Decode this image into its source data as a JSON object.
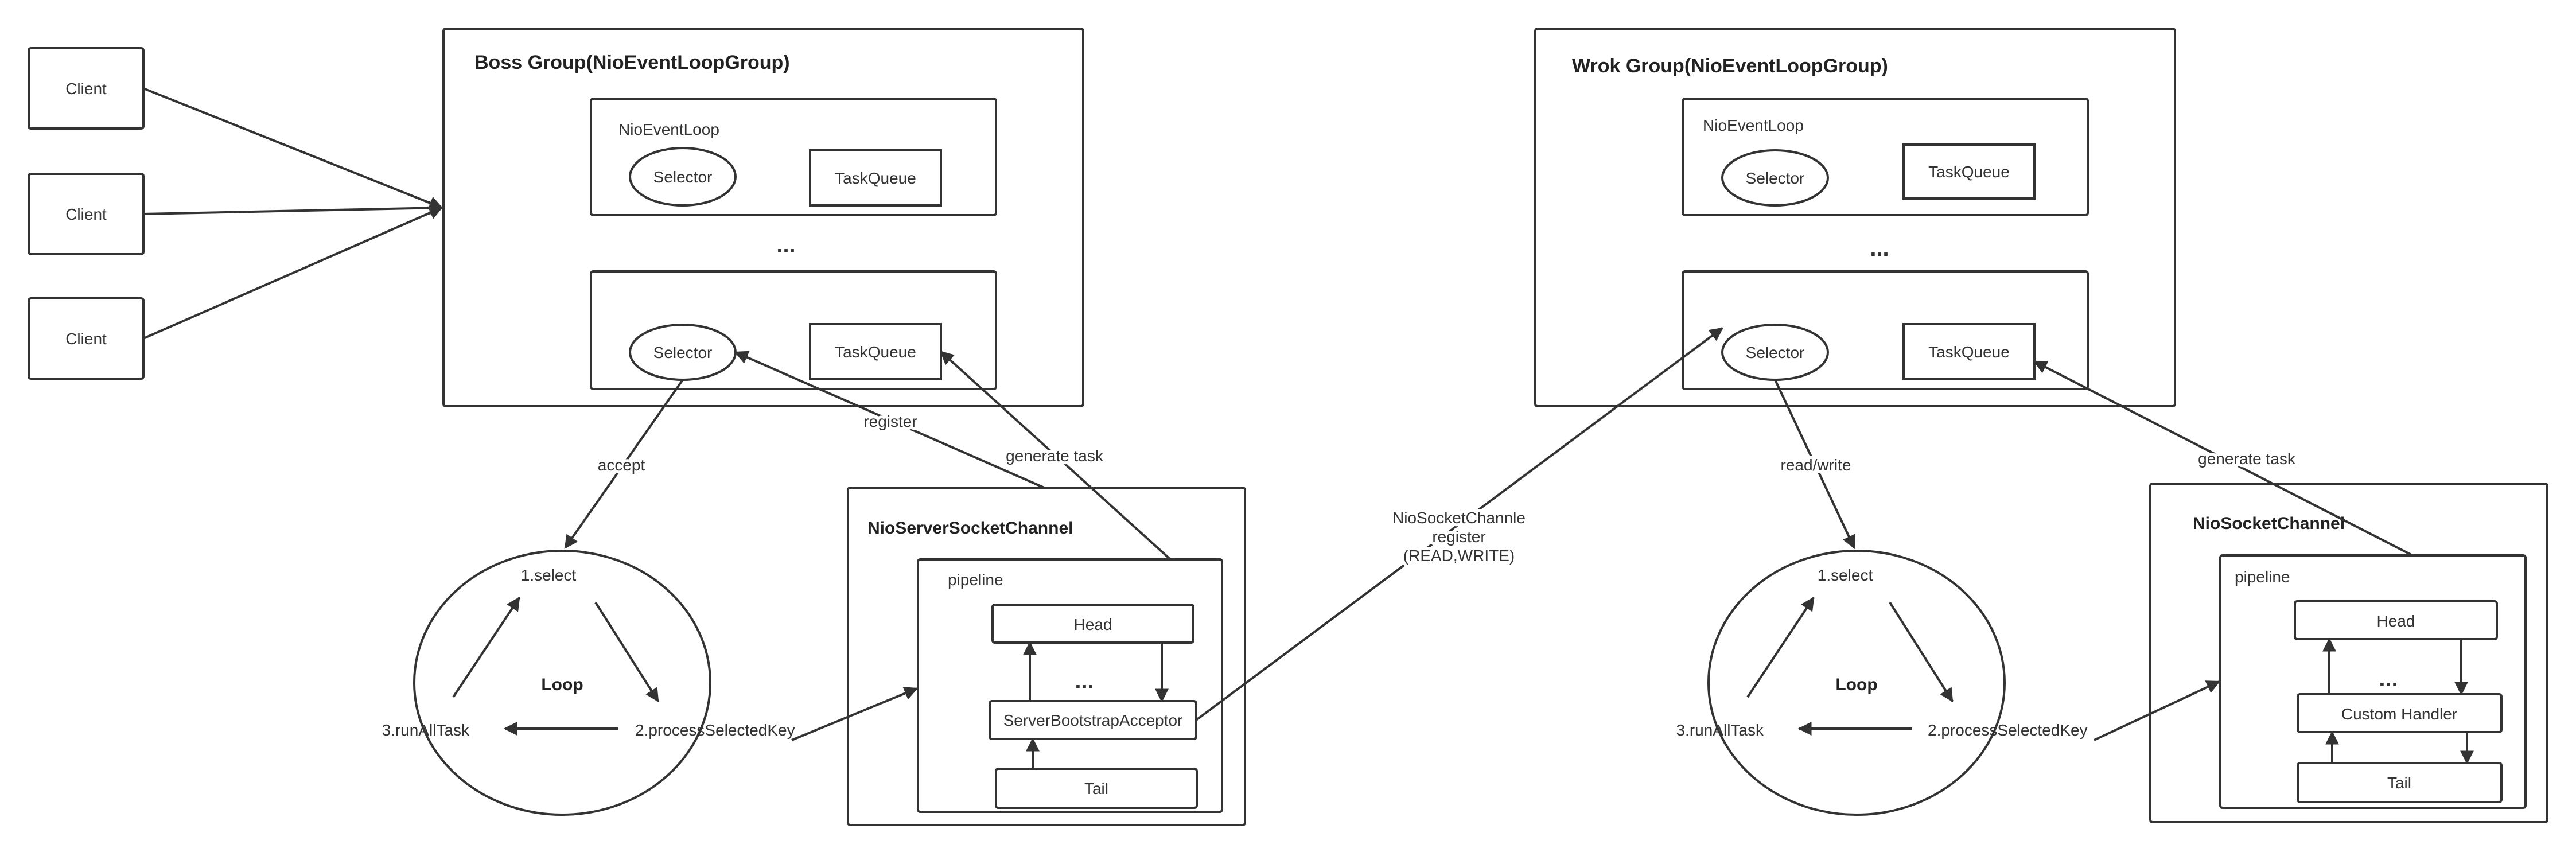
{
  "clients": [
    "Client",
    "Client",
    "Client"
  ],
  "boss_group": {
    "title": "Boss Group(NioEventLoopGroup)",
    "event_loop_label": "NioEventLoop",
    "selector": "Selector",
    "task_queue": "TaskQueue",
    "ellipsis": "..."
  },
  "work_group": {
    "title": "Wrok Group(NioEventLoopGroup)",
    "event_loop_label": "NioEventLoop",
    "selector": "Selector",
    "task_queue": "TaskQueue",
    "ellipsis": "..."
  },
  "boss_loop": {
    "center": "Loop",
    "step1": "1.select",
    "step2": "2.processSelectedKey",
    "step3": "3.runAllTask"
  },
  "work_loop": {
    "center": "Loop",
    "step1": "1.select",
    "step2": "2.processSelectedKey",
    "step3": "3.runAllTask"
  },
  "server_channel": {
    "title": "NioServerSocketChannel",
    "pipeline": "pipeline",
    "head": "Head",
    "ellipsis": "...",
    "handler": "ServerBootstrapAcceptor",
    "tail": "Tail"
  },
  "socket_channel": {
    "title": "NioSocketChannel",
    "pipeline": "pipeline",
    "head": "Head",
    "ellipsis": "...",
    "handler": "Custom Handler",
    "tail": "Tail"
  },
  "edges": {
    "accept": "accept",
    "register": "register",
    "generate_task_boss": "generate task",
    "register_channel_line1": "NioSocketChannle",
    "register_channel_line2": "register",
    "register_channel_line3": "(READ,WRITE)",
    "read_write": "read/write",
    "generate_task_work": "generate task"
  }
}
